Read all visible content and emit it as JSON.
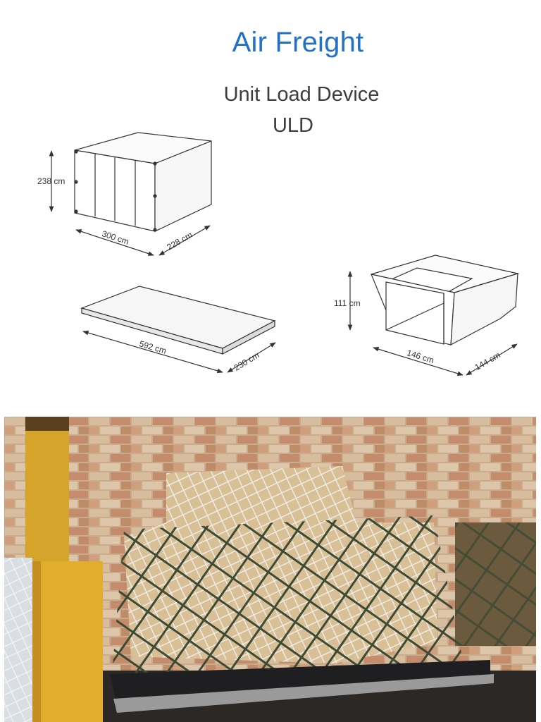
{
  "header": {
    "title": "Air Freight",
    "subtitle_line1": "Unit Load Device",
    "subtitle_line2": "ULD"
  },
  "containers": [
    {
      "name": "box-container",
      "height_label": "238 cm",
      "length_label": "300 cm",
      "width_label": "228 cm"
    },
    {
      "name": "pallet",
      "length_label": "592 cm",
      "width_label": "230 cm"
    },
    {
      "name": "lower-deck-container",
      "height_label": "111 cm",
      "length_label": "146 cm",
      "width_label": "144 cm"
    }
  ],
  "colors": {
    "title": "#2371c4",
    "text": "#3d3d3d"
  }
}
